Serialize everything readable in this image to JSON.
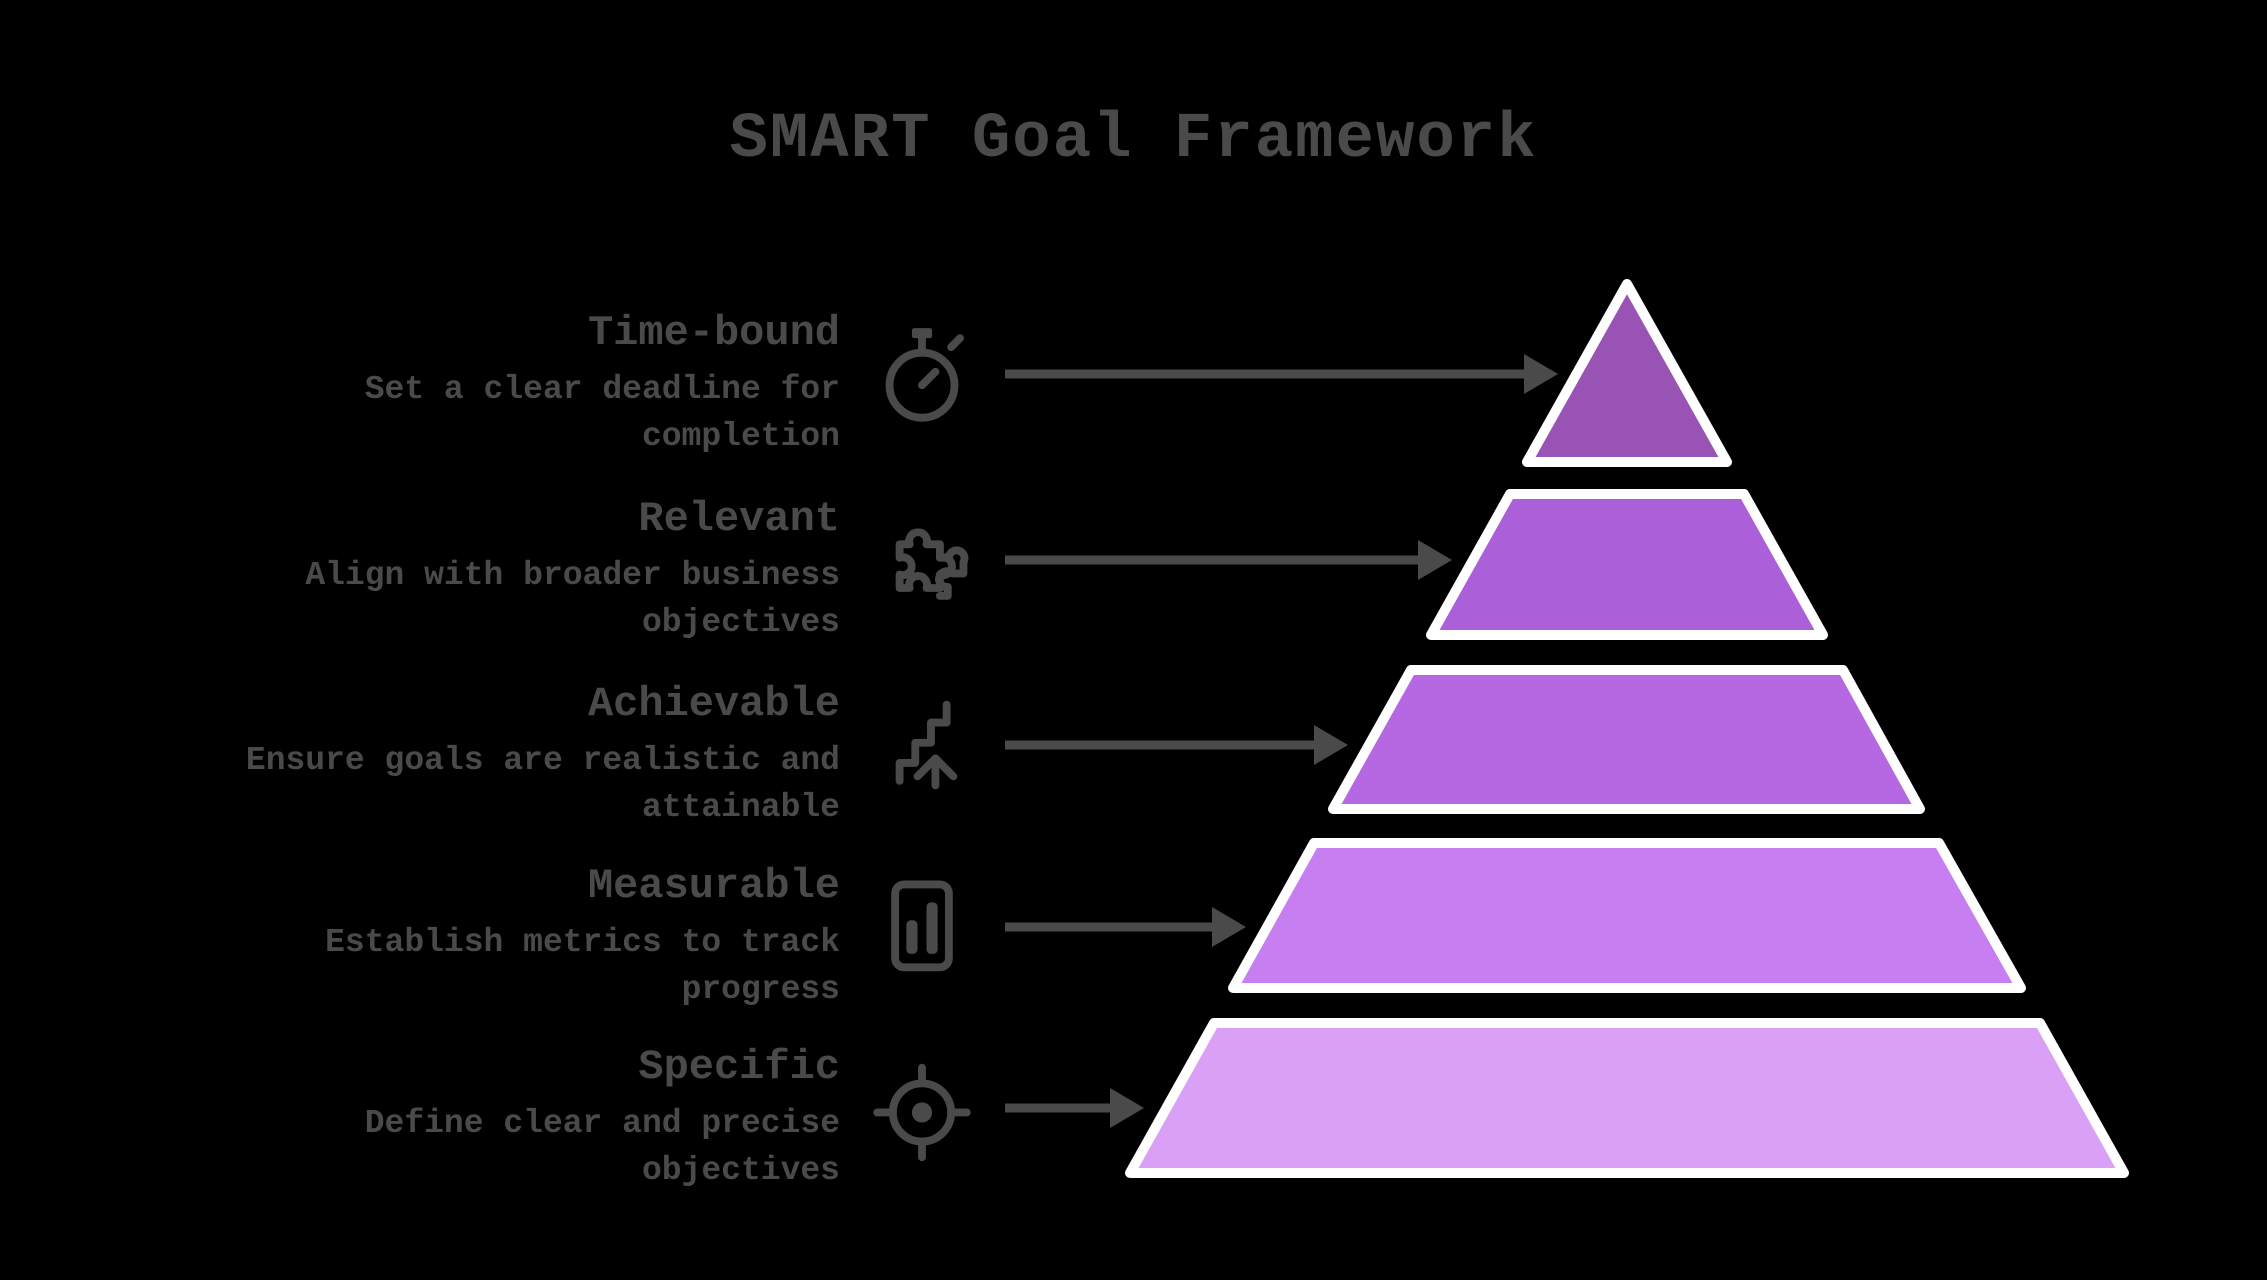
{
  "title": "SMART Goal Framework",
  "colors": {
    "background": "#000000",
    "text": "#4a4a4a",
    "arrow": "#4a4a4a",
    "tier_border": "#ffffff"
  },
  "levels": [
    {
      "heading": "Time-bound",
      "description": "Set a clear deadline for completion",
      "icon": "stopwatch-icon",
      "color": "#9853b5"
    },
    {
      "heading": "Relevant",
      "description": "Align with broader business objectives",
      "icon": "puzzle-icon",
      "color": "#ab5fd8"
    },
    {
      "heading": "Achievable",
      "description": "Ensure goals are realistic and attainable",
      "icon": "trending-up-icon",
      "color": "#b568e1"
    },
    {
      "heading": "Measurable",
      "description": "Establish metrics to track progress",
      "icon": "metrics-icon",
      "color": "#c77ef0"
    },
    {
      "heading": "Specific",
      "description": "Define clear and precise objectives",
      "icon": "target-icon",
      "color": "#daa0f5"
    }
  ],
  "pyramid": {
    "order_top_to_bottom": [
      "Time-bound",
      "Relevant",
      "Achievable",
      "Measurable",
      "Specific"
    ],
    "tier_count": 5
  }
}
